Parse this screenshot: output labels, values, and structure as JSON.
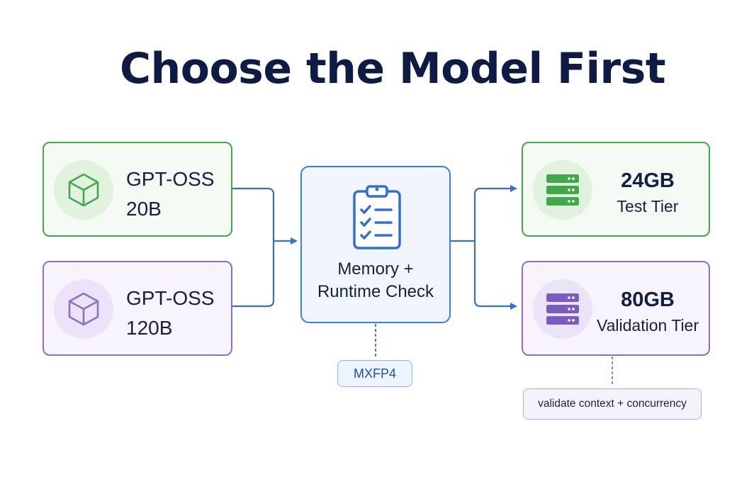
{
  "title": "Choose the Model First",
  "models": [
    {
      "line1": "GPT-OSS",
      "line2": "20B",
      "icon": "cube-icon",
      "color": "#43a84a"
    },
    {
      "line1": "GPT-OSS",
      "line2": "120B",
      "icon": "cube-icon",
      "color": "#8d6fc8"
    }
  ],
  "check": {
    "line1": "Memory +",
    "line2": "Runtime Check",
    "icon": "clipboard-checklist-icon",
    "tag": "MXFP4",
    "color": "#3b7be3"
  },
  "tiers": [
    {
      "size": "24GB",
      "label": "Test Tier",
      "icon": "server-icon",
      "color": "#43a84a"
    },
    {
      "size": "80GB",
      "label": "Validation Tier",
      "icon": "server-icon",
      "color": "#8d6fc8",
      "note": "validate context + concurrency"
    }
  ],
  "colors": {
    "title": "#0d1b45",
    "connector": "#2f6fd6",
    "green": "#43a84a",
    "purple": "#8d6fc8",
    "blue": "#3b7be3"
  }
}
